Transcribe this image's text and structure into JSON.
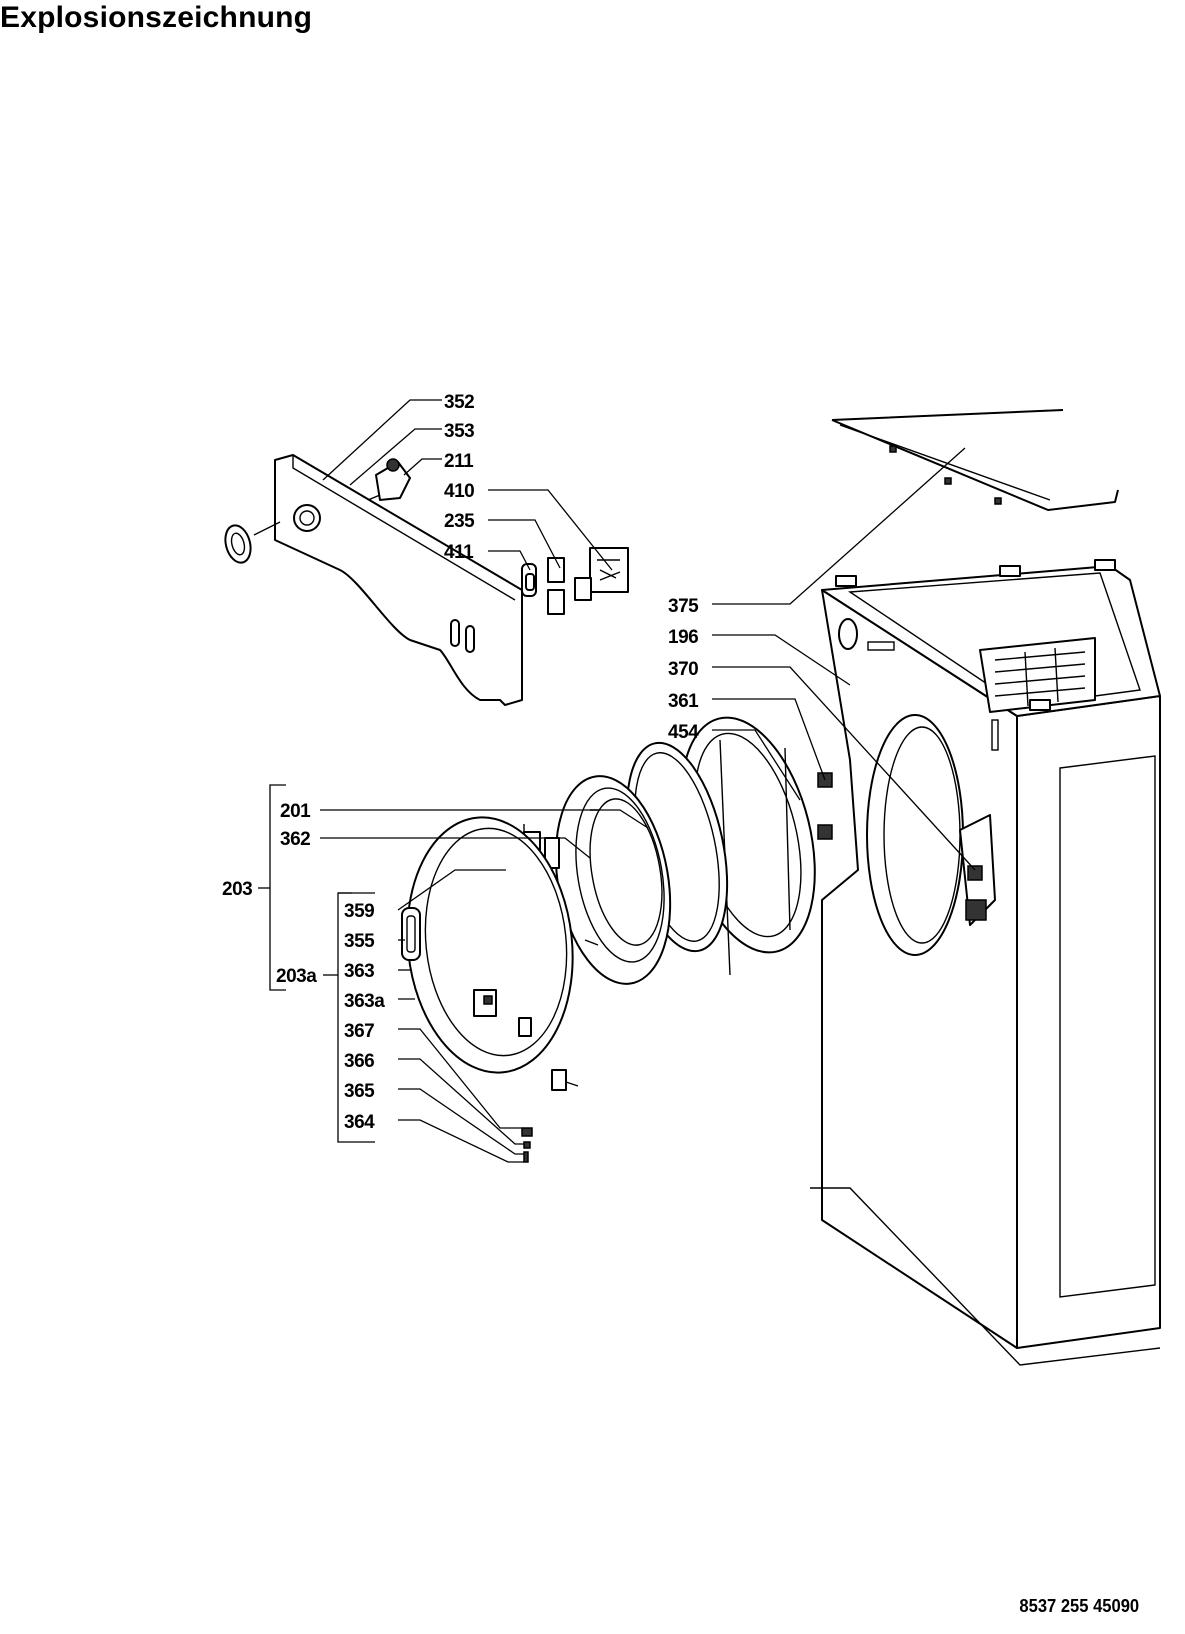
{
  "title": "Explosionszeichnung",
  "document_number": "8537 255 45090",
  "labels": {
    "l352": "352",
    "l353": "353",
    "l211": "211",
    "l410": "410",
    "l235": "235",
    "l411": "411",
    "l375": "375",
    "l196": "196",
    "l370": "370",
    "l361": "361",
    "l454": "454",
    "l201": "201",
    "l362": "362",
    "l203": "203",
    "l203a": "203a",
    "l359": "359",
    "l355": "355",
    "l363": "363",
    "l363a": "363a",
    "l367": "367",
    "l366": "366",
    "l365": "365",
    "l364": "364"
  }
}
